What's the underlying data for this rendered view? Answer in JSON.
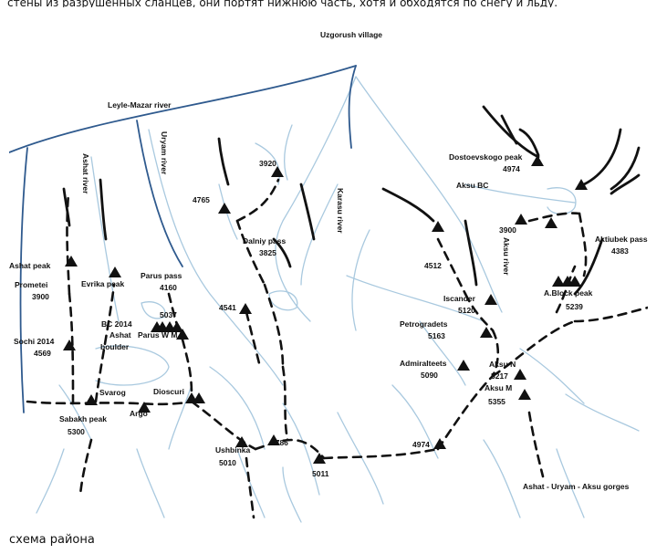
{
  "top_text": "стены из разрушенных сланцев, они портят нижнюю часть, хотя и обходятся по снегу и льду.",
  "caption": "схема района",
  "map": {
    "labels": {
      "uzgorush": "Uzgorush village",
      "leyle": "Leyle-Mazar river",
      "ashat_river": "Ashat river",
      "uryam_river": "Uryam river",
      "karasu_river": "Karasu river",
      "aksu_river": "Aksu river",
      "aksu_bc": "Aksu BC",
      "dostoevskogo": "Dostoevskogo peak",
      "dostoevskogo_h": "4974",
      "aktiubek": "Aktiubek pass",
      "aktiubek_h": "4383",
      "p3920": "3920",
      "p3900b": "3900",
      "p4765": "4765",
      "dalniy": "Dalniy pass",
      "dalniy_h": "3825",
      "p4512": "4512",
      "ashat_peak": "Ashat peak",
      "prometei": "Prometei",
      "prometei_h": "3900",
      "evrika": "Evrika peak",
      "parus_pass": "Parus pass",
      "parus_pass_h": "4160",
      "p4541": "4541",
      "iscander": "Iscander",
      "iscander_h": "5120",
      "ablock": "A.Block peak",
      "ablock_h": "5239",
      "p5037": "5037",
      "bc2014": "BC 2014",
      "ashat_boulder_1": "Ashat",
      "ashat_boulder_2": "boulder",
      "parus_wme": "Parus W M E",
      "petrogradets": "Petrogradets",
      "petrogradets_h": "5163",
      "sochi": "Sochi 2014",
      "sochi_h": "4569",
      "admiralteets": "Admiralteets",
      "admiralteets_h": "5090",
      "aksun": "Aksu N",
      "aksun_h": "5217",
      "aksum": "Aksu M",
      "aksum_h": "5355",
      "svarog": "Svarog",
      "dioscuri": "Dioscuri",
      "sabakh": "Sabakh peak",
      "sabakh_h": "5300",
      "argo": "Argo",
      "p4786": "4786",
      "ushbinka": "Ushbinka",
      "ushbinka_h": "5010",
      "p4974b": "4974",
      "p5011": "5011",
      "gorges": "Ashat - Uryam - Aksu gorges"
    }
  }
}
